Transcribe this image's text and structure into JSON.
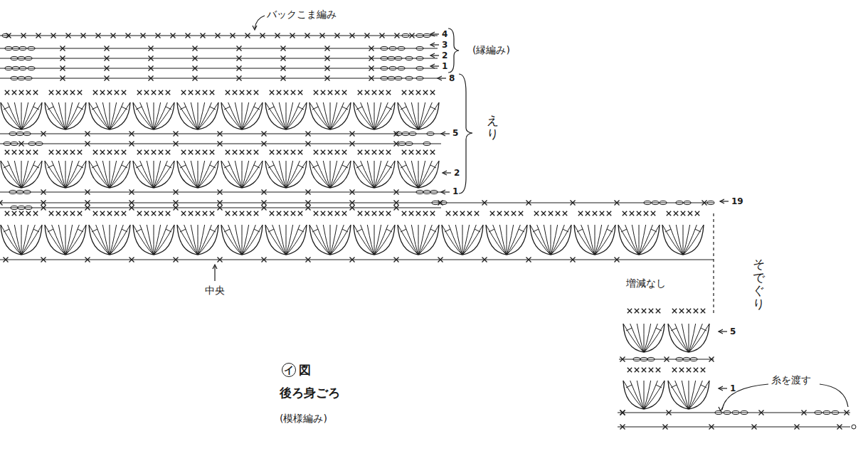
{
  "diagram": {
    "title": "後ろ身ごろ",
    "caption": "(模様編み)",
    "labels": [
      "バックこま編み",
      "4",
      "3",
      "2",
      "1",
      "(縁編み)",
      "8",
      "えり",
      "5",
      "2",
      "1",
      "19",
      "中央",
      "そでぐり",
      "増減なし",
      "5",
      "1",
      "糸を渡す",
      "イ",
      "図"
    ]
  }
}
